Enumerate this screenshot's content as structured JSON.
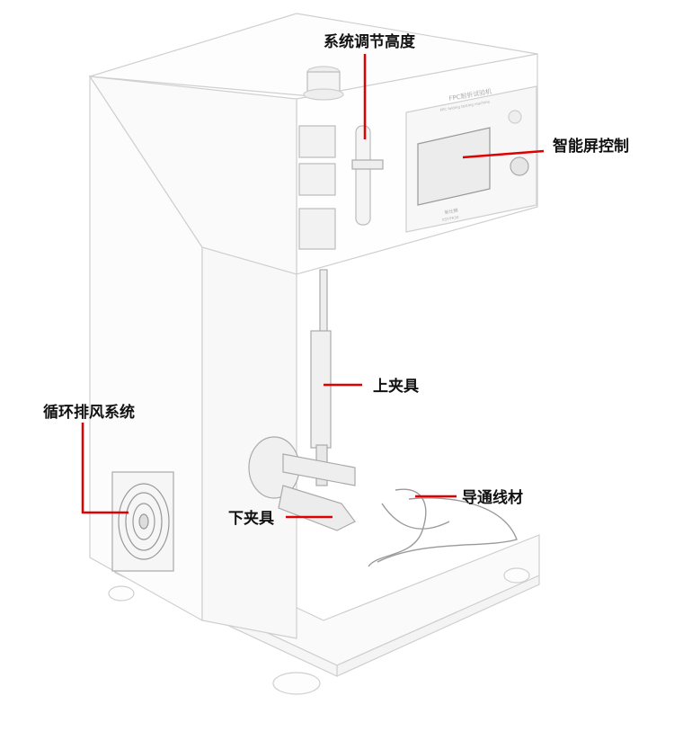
{
  "callouts": {
    "height_adjust": "系统调节高度",
    "touch_screen": "智能屏控制",
    "upper_clamp": "上夹具",
    "lower_clamp": "下夹具",
    "conductor_wire": "导通线材",
    "exhaust_fan": "循环排风系统"
  },
  "panel": {
    "title": "FPC耐折试验机",
    "subtitle": "FPC folding testing machine",
    "brand": "新仕腾",
    "model": "XST-FR30"
  },
  "colors": {
    "callout_line": "#e00000",
    "machine_line": "#c9c9c9",
    "machine_fill": "#fdfdfd"
  }
}
